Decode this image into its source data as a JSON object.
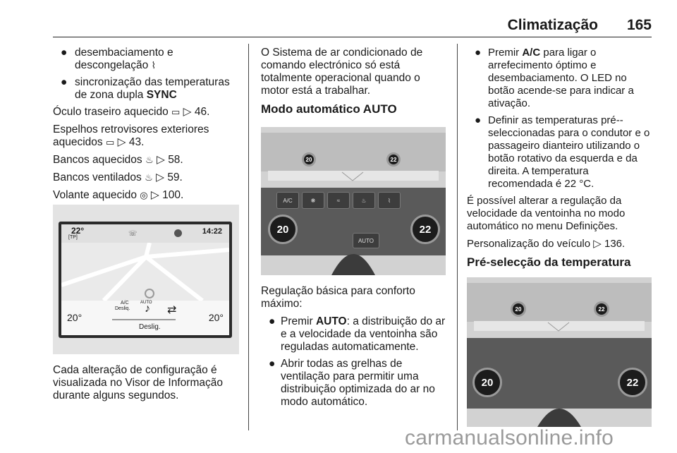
{
  "header": {
    "title": "Climatização",
    "page": "165"
  },
  "col1": {
    "bullets": [
      {
        "text": "desembaciamento e descongelação",
        "icon": "defrost-icon"
      },
      {
        "text": "sincronização das temperaturas de zona dupla ",
        "bold": "SYNC"
      }
    ],
    "lines": [
      {
        "pre": "Óculo traseiro aquecido ",
        "ref": "46."
      },
      {
        "pre": "Espelhos retrovisores exteriores aquecidos ",
        "ref": "43."
      },
      {
        "pre": "Bancos aquecidos ",
        "ref": "58."
      },
      {
        "pre": "Bancos ventilados ",
        "ref": "59."
      },
      {
        "pre": "Volante aquecido ",
        "ref": "100."
      }
    ],
    "caption": "Cada alteração de configuração é visualizada no Visor de Informação durante alguns segundos."
  },
  "screen": {
    "temp_top": "22°",
    "tp": "[TP]",
    "clock": "14:22",
    "ac": "A/C",
    "ac_sub": "Desliq.",
    "auto": "AUTO",
    "temp_left": "20°",
    "temp_right": "20°",
    "off": "Deslig."
  },
  "col2": {
    "intro": "O Sistema de ar condicionado de comando electrónico só está totalmente operacional quando o motor está a trabalhar.",
    "heading": "Modo automático AUTO",
    "caption": "Regulação básica para conforto máximo:",
    "bullets": [
      {
        "pre": "Premir ",
        "bold": "AUTO",
        "post": ": a distribuição do ar e a velocidade da ventoinha são reguladas automaticamente."
      },
      {
        "pre": "",
        "bold": "",
        "post": "Abrir todas as grelhas de ventilação para permitir uma distribuição optimizada do ar no modo automático."
      }
    ]
  },
  "panel": {
    "knob_left": "20",
    "knob_right": "22",
    "auto": "AUTO",
    "ac": "A/C"
  },
  "col3": {
    "bullets": [
      {
        "pre": "Premir ",
        "bold": "A/C",
        "post": " para ligar o arrefecimento óptimo e desembaciamento. O LED no botão acende-se para indicar a ativação."
      },
      {
        "pre": "",
        "bold": "",
        "post": "Definir as temperaturas pré--seleccionadas para o condutor e o passageiro dianteiro utilizando o botão rotativo da esquerda e da direita. A temperatura recomendada é 22 °C."
      }
    ],
    "para1": "É possível alterar a regulação da velocidade da ventoinha no modo automático no menu Definições.",
    "para2_pre": "Personalização do veículo ",
    "para2_ref": "136.",
    "heading": "Pré-selecção da temperatura"
  },
  "watermark": "carmanualsonline.info"
}
